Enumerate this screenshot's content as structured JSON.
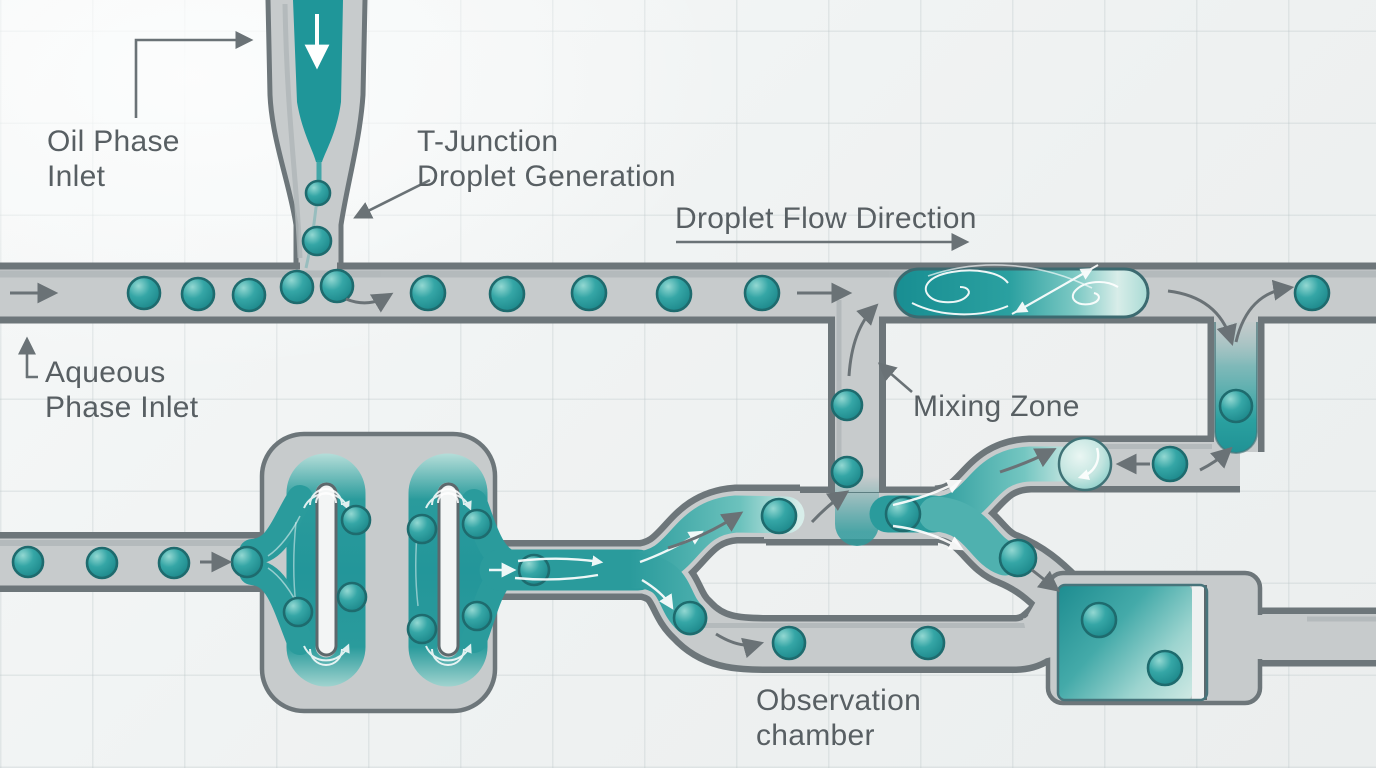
{
  "labels": {
    "oil_inlet": {
      "line1": "Oil Phase",
      "line2": "Inlet"
    },
    "t_junction": {
      "line1": "T-Junction",
      "line2": "Droplet Generation"
    },
    "flow_direction": "Droplet Flow Direction",
    "aqueous_inlet": {
      "line1": "Aqueous",
      "line2": "Phase Inlet"
    },
    "mixing_zone": "Mixing Zone",
    "observation_chamber": {
      "line1": "Observation",
      "line2": "chamber"
    }
  },
  "colors": {
    "droplet_teal": "#2aa0a1",
    "fluid_teal_dark": "#1f9396",
    "fluid_teal_light": "#cfeae5",
    "channel_fill": "#c7cbcc",
    "channel_border": "#6d767a",
    "background": "#f1f3f3",
    "label_text": "#585f63",
    "arrow_gray": "#6a7276",
    "streamline_white": "#ffffff"
  }
}
